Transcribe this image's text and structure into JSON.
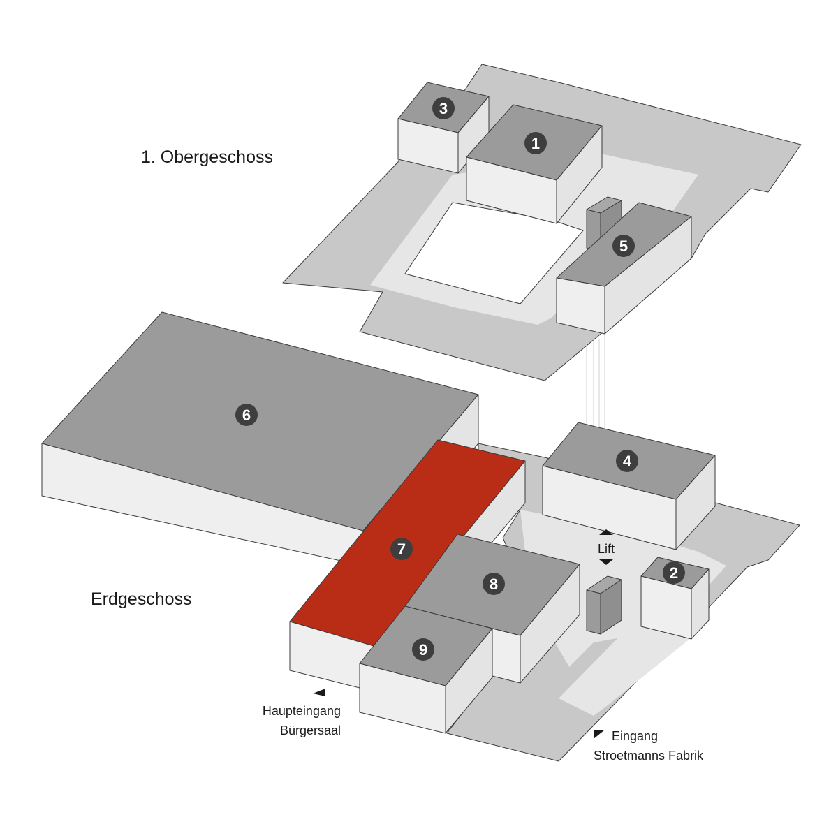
{
  "floors": {
    "upper": {
      "label": "1. Obergeschoss"
    },
    "ground": {
      "label": "Erdgeschoss"
    }
  },
  "rooms": [
    {
      "id": "1",
      "label": "1"
    },
    {
      "id": "2",
      "label": "2"
    },
    {
      "id": "3",
      "label": "3"
    },
    {
      "id": "4",
      "label": "4"
    },
    {
      "id": "5",
      "label": "5"
    },
    {
      "id": "6",
      "label": "6"
    },
    {
      "id": "7",
      "label": "7"
    },
    {
      "id": "8",
      "label": "8"
    },
    {
      "id": "9",
      "label": "9"
    }
  ],
  "lift": {
    "label": "Lift"
  },
  "entrances": {
    "main": {
      "line1": "Haupteingang",
      "line2": "Bürgersaal"
    },
    "factory": {
      "line1": "Eingang",
      "line2": "Stroetmanns Fabrik"
    }
  },
  "colors": {
    "roof": "#9b9b9b",
    "wall": "#efefef",
    "floor": "#c8c8c8",
    "floor_light": "#e6e6e6",
    "highlight": "#b92c16",
    "badge": "#3e3e3e"
  }
}
